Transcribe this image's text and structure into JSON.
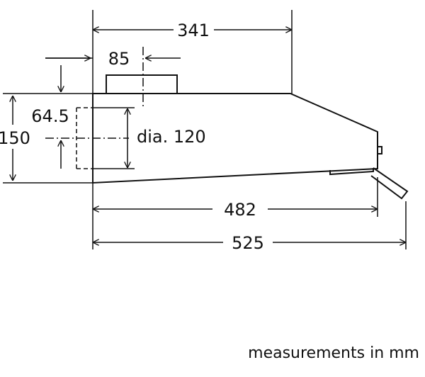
{
  "dimensions": {
    "top_width": "341",
    "outlet_width": "85",
    "outlet_offset": "64.5",
    "height": "150",
    "duct_diameter": "dia. 120",
    "depth_body": "482",
    "depth_total": "525"
  },
  "caption": "measurements in mm"
}
